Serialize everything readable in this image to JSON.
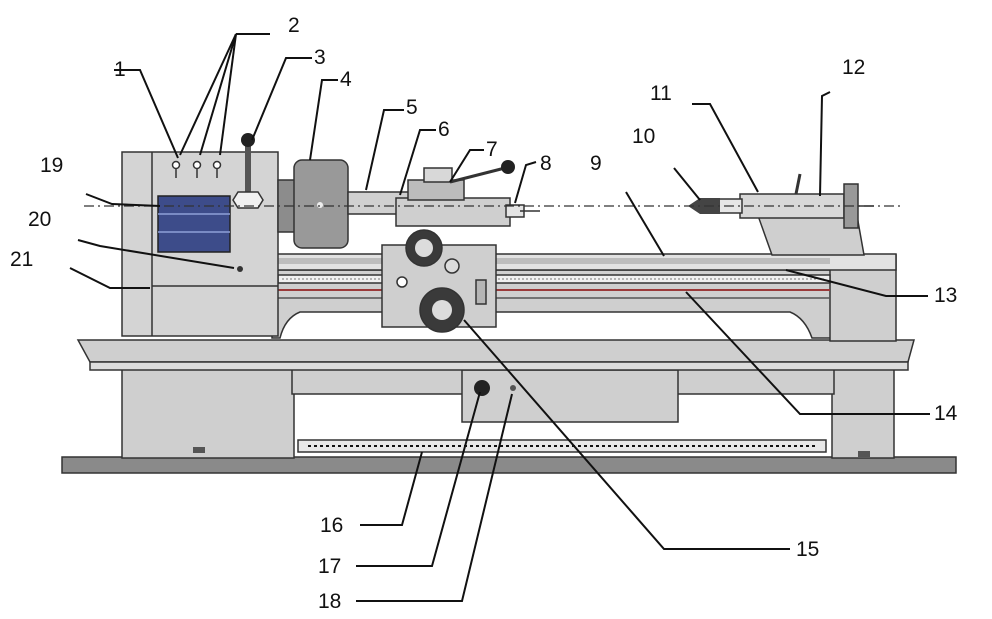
{
  "diagram": {
    "subject": "lathe",
    "colors": {
      "body": "#cfcfcf",
      "body_dark": "#a9a9a9",
      "bed_top": "#e2e2e2",
      "panel": "#3d4c8a",
      "outline": "#333333",
      "label": "#111111",
      "background": "#ffffff"
    },
    "labels": [
      {
        "id": "1",
        "text": "1"
      },
      {
        "id": "2",
        "text": "2"
      },
      {
        "id": "3",
        "text": "3"
      },
      {
        "id": "4",
        "text": "4"
      },
      {
        "id": "5",
        "text": "5"
      },
      {
        "id": "6",
        "text": "6"
      },
      {
        "id": "7",
        "text": "7"
      },
      {
        "id": "8",
        "text": "8"
      },
      {
        "id": "9",
        "text": "9"
      },
      {
        "id": "10",
        "text": "10"
      },
      {
        "id": "11",
        "text": "11"
      },
      {
        "id": "12",
        "text": "12"
      },
      {
        "id": "13",
        "text": "13"
      },
      {
        "id": "14",
        "text": "14"
      },
      {
        "id": "15",
        "text": "15"
      },
      {
        "id": "16",
        "text": "16"
      },
      {
        "id": "17",
        "text": "17"
      },
      {
        "id": "18",
        "text": "18"
      },
      {
        "id": "19",
        "text": "19"
      },
      {
        "id": "20",
        "text": "20"
      },
      {
        "id": "21",
        "text": "21"
      }
    ]
  }
}
